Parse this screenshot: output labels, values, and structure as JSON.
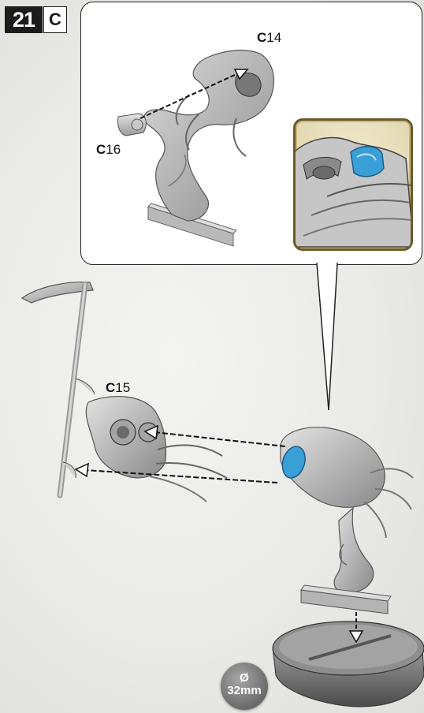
{
  "step": {
    "number": "21",
    "letter": "C"
  },
  "parts": {
    "c14": {
      "prefix": "C",
      "num": "14"
    },
    "c16": {
      "prefix": "C",
      "num": "16"
    },
    "c15": {
      "prefix": "C",
      "num": "15"
    }
  },
  "base": {
    "symbol": "Ø",
    "size": "32mm"
  },
  "colors": {
    "highlight": "#3a9fd6",
    "inset_border": "#6b5a2a",
    "plastic": "#b8b8b8"
  }
}
